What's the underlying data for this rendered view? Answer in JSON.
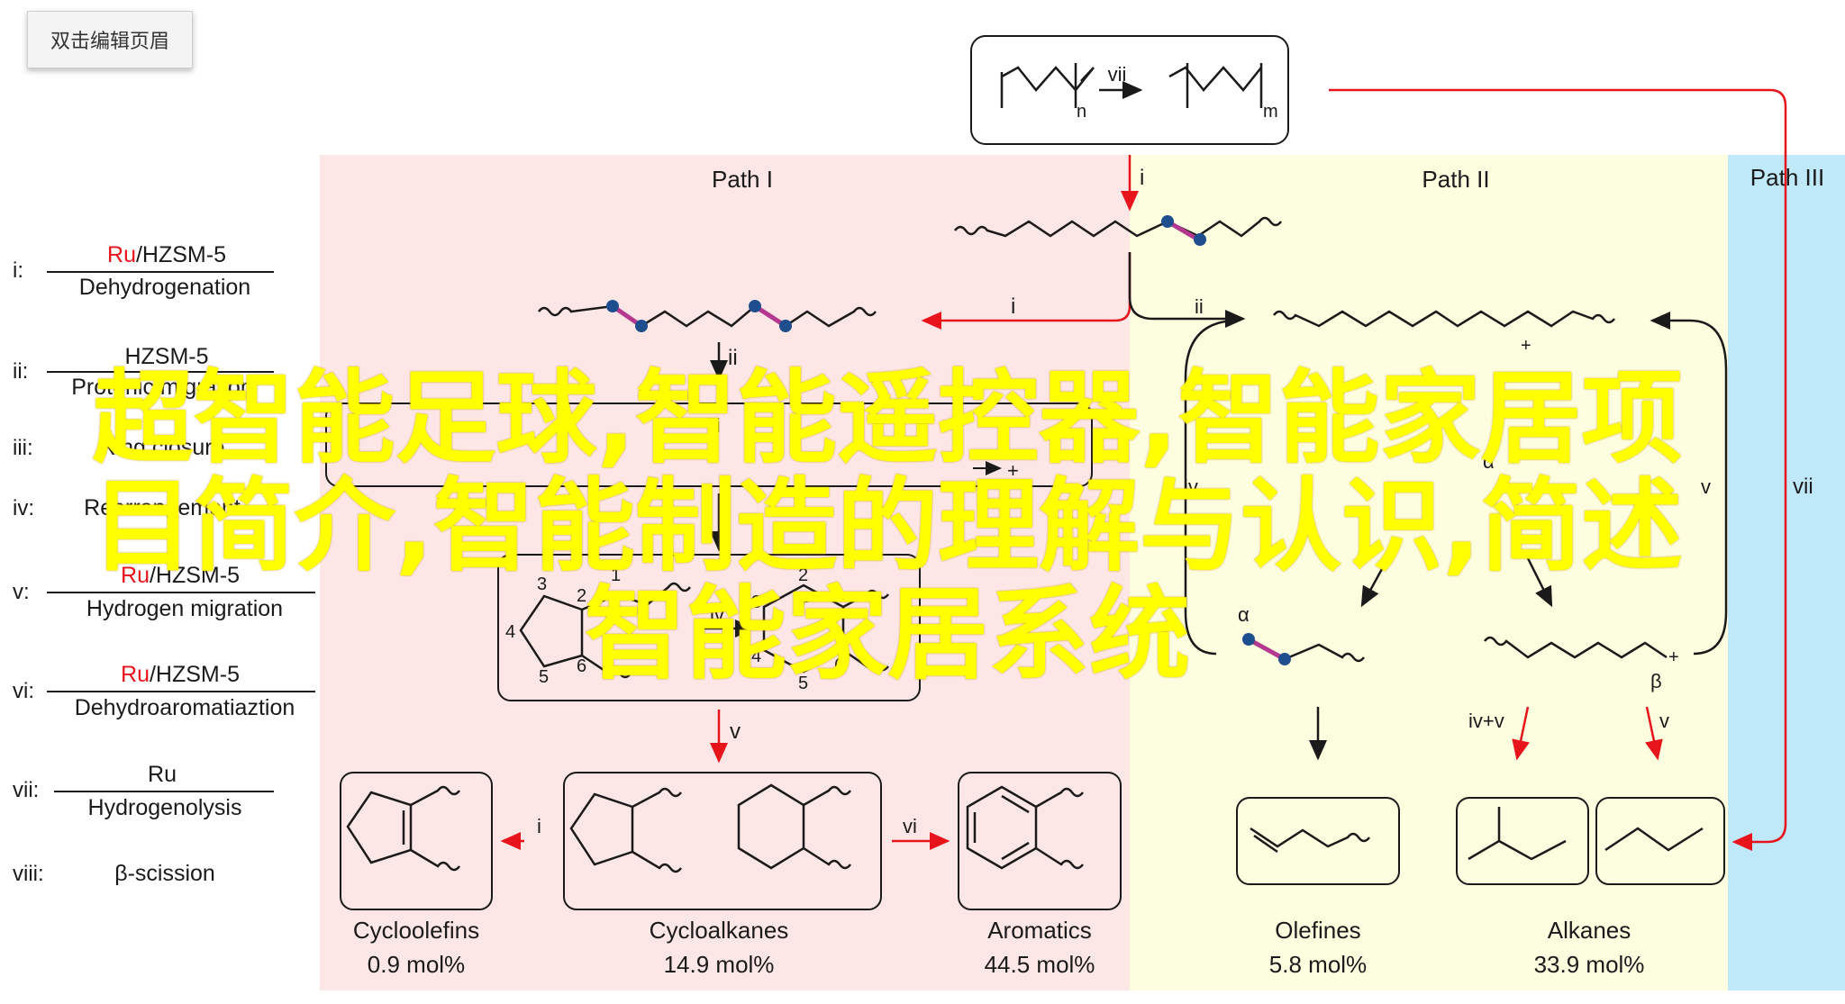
{
  "edit_button": {
    "label": "双击编辑页眉"
  },
  "overlay_title": "超智能足球,智能遥控器,智能家居项目简介,智能制造的理解与认识,简述智能家居系统",
  "colors": {
    "path1_bg": "#fde6e6",
    "path2_bg": "#fdfde0",
    "path3_bg": "#bfe8f8",
    "red": "#e8141b",
    "node": "#1f4e8f",
    "bond": "#b4388f"
  },
  "legend": [
    {
      "num": "i:",
      "top": "Ru",
      "top_rest": "/HZSM-5",
      "bottom": "Dehydrogenation"
    },
    {
      "num": "ii:",
      "top": "",
      "top_rest": "HZSM-5",
      "bottom": "Protonic migration"
    },
    {
      "num": "iii:",
      "top": "",
      "top_rest": "",
      "bottom": "Ring closure"
    },
    {
      "num": "iv:",
      "top": "",
      "top_rest": "",
      "bottom": "Rearrangement"
    },
    {
      "num": "v:",
      "top": "Ru",
      "top_rest": "/HZSM-5",
      "bottom": "Hydrogen migration"
    },
    {
      "num": "vi:",
      "top": "Ru",
      "top_rest": "/HZSM-5",
      "bottom": "Dehydroaromatiaztion"
    },
    {
      "num": "vii:",
      "top": "Ru",
      "top_rest": "",
      "bottom": "Hydrogenolysis"
    },
    {
      "num": "viii:",
      "top": "",
      "top_rest": "",
      "bottom": "β-scission"
    }
  ],
  "paths": {
    "p1": "Path I",
    "p2": "Path II",
    "p3": "Path III"
  },
  "step_labels": {
    "i": "i",
    "ii": "ii",
    "iii": "iii",
    "iv": "iv",
    "v": "v",
    "vi": "vi",
    "vii": "vii",
    "ivv": "iv+v",
    "plus": "+",
    "alpha": "α",
    "beta": "β",
    "n": "n",
    "m": "m"
  },
  "ring_numbers": [
    "1",
    "2",
    "3",
    "4",
    "5",
    "6"
  ],
  "products": [
    {
      "name": "Cycloolefins",
      "value": "0.9 mol%"
    },
    {
      "name": "Cycloalkanes",
      "value": "14.9 mol%"
    },
    {
      "name": "Aromatics",
      "value": "44.5 mol%"
    },
    {
      "name": "Olefines",
      "value": "5.8 mol%"
    },
    {
      "name": "Alkanes",
      "value": "33.9 mol%"
    }
  ]
}
